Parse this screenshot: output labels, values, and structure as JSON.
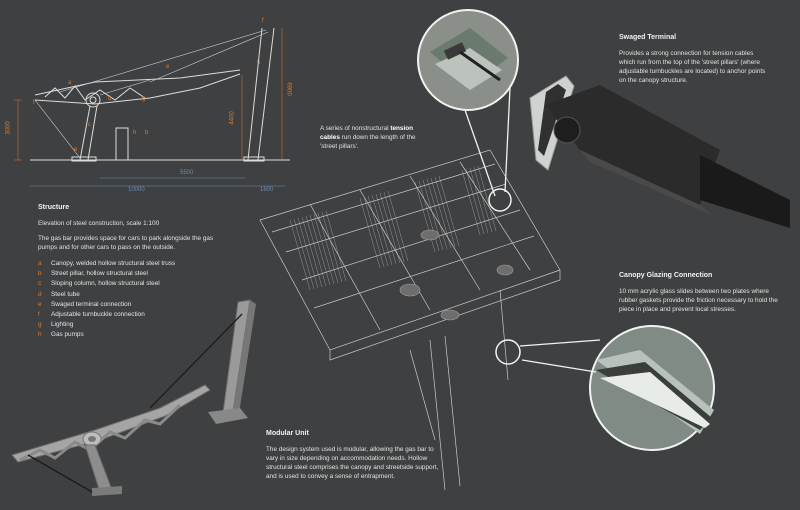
{
  "elevation": {
    "labels": [
      "a",
      "b",
      "c",
      "d",
      "e",
      "f",
      "g",
      "h",
      "e",
      "f",
      "b"
    ],
    "dims": {
      "d3000": "3000",
      "d4400": "4400",
      "d6900": "6900",
      "d5500": "5500",
      "d10000": "10000",
      "d1600": "1600"
    }
  },
  "structure": {
    "title": "Structure",
    "scale": "Elevation of steel construction, scale 1:100",
    "desc": "The gas bar provides space for cars to park alongside the gas pumps and for other cars to pass on the outside.",
    "legend": [
      {
        "key": "a",
        "text": "Canopy, welded hollow structural steel truss"
      },
      {
        "key": "b",
        "text": "Street pillar, hollow structural steel"
      },
      {
        "key": "c",
        "text": "Sloping column, hollow structural steel"
      },
      {
        "key": "d",
        "text": "Steel tube"
      },
      {
        "key": "e",
        "text": "Swaged terminal connection"
      },
      {
        "key": "f",
        "text": "Adjustable turnbuckle connection"
      },
      {
        "key": "g",
        "text": "Lighting"
      },
      {
        "key": "h",
        "text": "Gas pumps"
      }
    ]
  },
  "cables_note": {
    "pre": "A series of nonstructural",
    "bold": "tension cables",
    "post": "run down the length of the 'street pillars'."
  },
  "swaged": {
    "title": "Swaged Terminal",
    "text": "Provides a strong connection for tension cables which run from the top of the 'street pillars' (where adjustable turnbuckles are located) to anchor points on the canopy structure."
  },
  "glazing": {
    "title": "Canopy Glazing Connection",
    "text": "10 mm acrylic glass slides between two plates where rubber gaskets provide the friction necessary to hold the piece in place and prevent local stresses."
  },
  "modular": {
    "title": "Modular Unit",
    "text": "The design system used is modular, allowing the gas bar to vary in size depending on accommodation needs. Hollow structural steel comprises the canopy and streetside support, and is used to convey a sense of entrapment."
  },
  "colors": {
    "background": "#3f4041",
    "accent": "#e07a2e",
    "dim_blue": "#6c8fb5"
  }
}
